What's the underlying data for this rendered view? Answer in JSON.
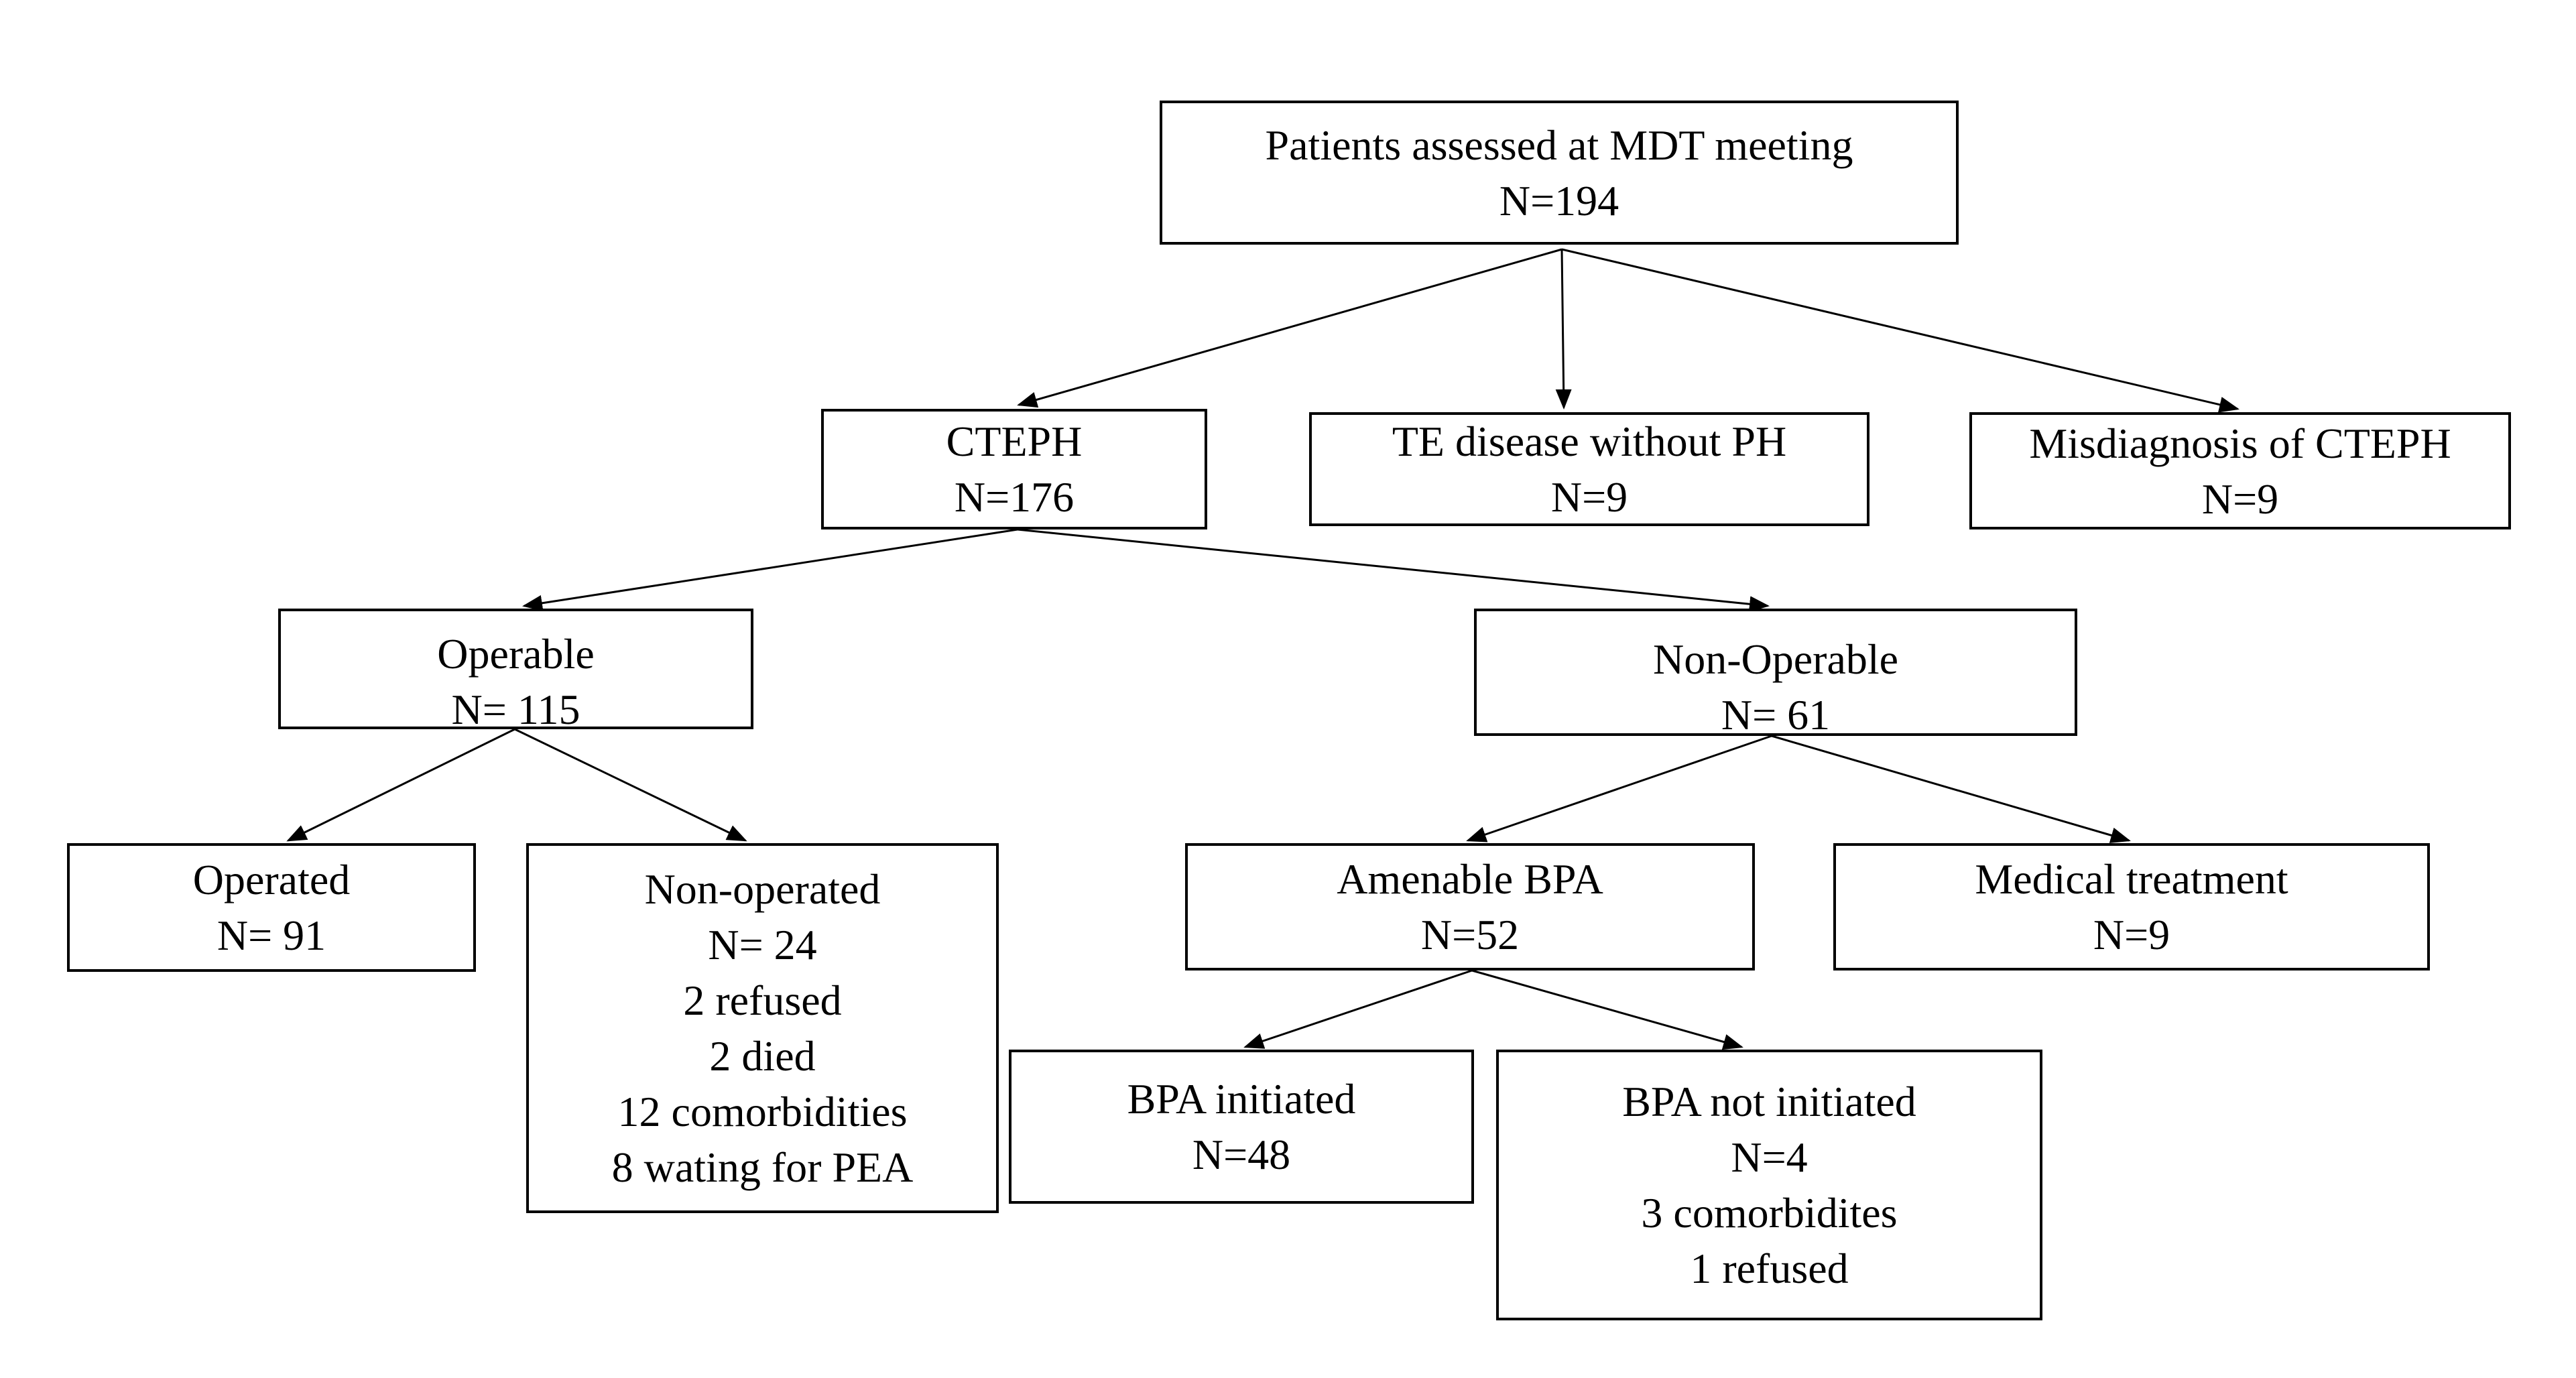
{
  "diagram_type": "flowchart",
  "colors": {
    "background": "#ffffff",
    "box_border": "#000000",
    "text": "#000000",
    "arrow": "#000000"
  },
  "nodes": {
    "mdt": {
      "label": "Patients assessed at MDT meeting",
      "count": "N=194"
    },
    "cteph": {
      "label": "CTEPH",
      "count": "N=176"
    },
    "te_disease": {
      "label": "TE disease without PH",
      "count": "N=9"
    },
    "misdiagnosis": {
      "label": "Misdiagnosis of CTEPH",
      "count": "N=9"
    },
    "operable": {
      "label": "Operable",
      "count": "N= 115"
    },
    "non_operable": {
      "label": "Non-Operable",
      "count": "N= 61"
    },
    "operated": {
      "label": "Operated",
      "count": "N= 91"
    },
    "non_operated": {
      "label": "Non-operated",
      "count": "N= 24",
      "details": [
        "2 refused",
        "2 died",
        "12 comorbidities",
        "8 wating for PEA"
      ]
    },
    "amenable_bpa": {
      "label": "Amenable BPA",
      "count": "N=52"
    },
    "medical_treatment": {
      "label": "Medical treatment",
      "count": "N=9"
    },
    "bpa_initiated": {
      "label": "BPA initiated",
      "count": "N=48"
    },
    "bpa_not_initiated": {
      "label": "BPA not initiated",
      "count": "N=4",
      "details": [
        "3 comorbidites",
        "1 refused"
      ]
    }
  },
  "edges": [
    {
      "from": "mdt",
      "to": "cteph"
    },
    {
      "from": "mdt",
      "to": "te_disease"
    },
    {
      "from": "mdt",
      "to": "misdiagnosis"
    },
    {
      "from": "cteph",
      "to": "operable"
    },
    {
      "from": "cteph",
      "to": "non_operable"
    },
    {
      "from": "operable",
      "to": "operated"
    },
    {
      "from": "operable",
      "to": "non_operated"
    },
    {
      "from": "non_operable",
      "to": "amenable_bpa"
    },
    {
      "from": "non_operable",
      "to": "medical_treatment"
    },
    {
      "from": "amenable_bpa",
      "to": "bpa_initiated"
    },
    {
      "from": "amenable_bpa",
      "to": "bpa_not_initiated"
    }
  ]
}
